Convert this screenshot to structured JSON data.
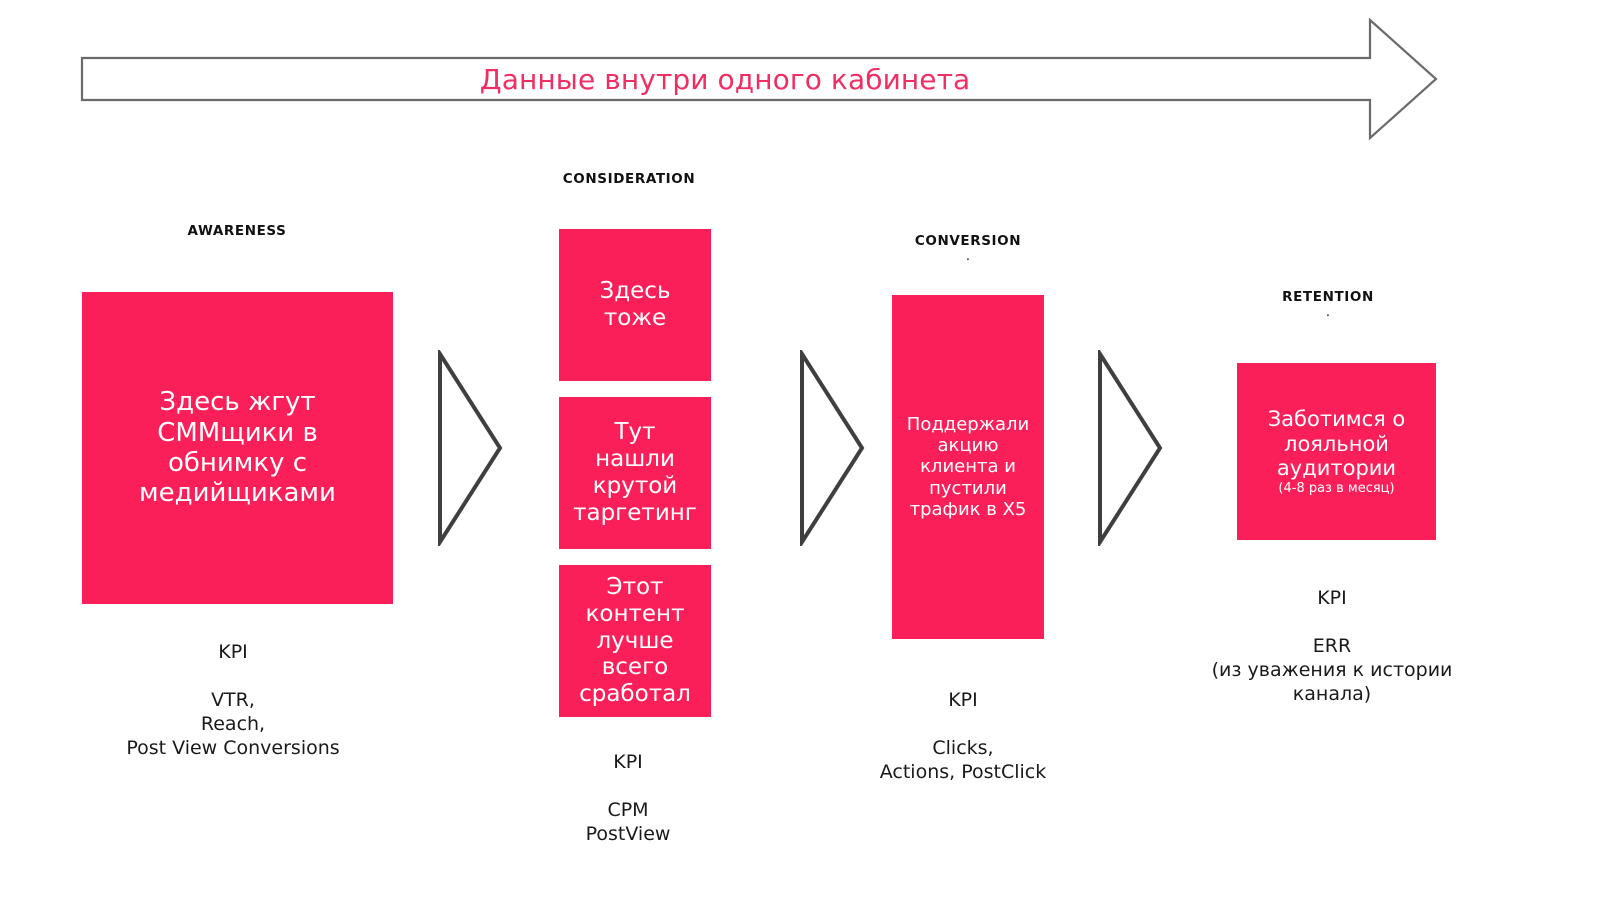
{
  "banner": {
    "title": "Данные внутри одного кабинета",
    "accent_color": "#ef2e63",
    "stroke_color": "#6b6b6b"
  },
  "theme": {
    "block_color": "#fa1f59",
    "block_text_color": "#ffffff",
    "chevron_color": "#3f3f3f",
    "text_color": "#1a1a1a",
    "background": "#ffffff"
  },
  "stages": [
    {
      "label": "AWARENESS",
      "dot": "",
      "blocks": [
        {
          "text": "Здесь жгут\nСММщики в\nобнимку с\nмедийщиками",
          "sub": ""
        }
      ],
      "kpi": {
        "title": "KPI",
        "body": "VTR,\nReach,\nPost View Conversions"
      }
    },
    {
      "label": "CONSIDERATION",
      "dot": "",
      "blocks": [
        {
          "text": "Здесь\nтоже",
          "sub": ""
        },
        {
          "text": "Тут\nнашли\nкрутой\nтаргетинг",
          "sub": ""
        },
        {
          "text": "Этот\nконтент\nлучше\nвсего\nсработал",
          "sub": ""
        }
      ],
      "kpi": {
        "title": "KPI",
        "body": "CPM\nPostView"
      }
    },
    {
      "label": "CONVERSION",
      "dot": ".",
      "blocks": [
        {
          "text": "Поддержали\nакцию\nклиента и\nпустили\nтрафик в X5",
          "sub": ""
        }
      ],
      "kpi": {
        "title": "KPI",
        "body": "Clicks,\nActions, PostClick"
      }
    },
    {
      "label": "RETENTION",
      "dot": ".",
      "blocks": [
        {
          "text": "Заботимся о\nлояльной\nаудитории",
          "sub": "(4-8 раз в месяц)"
        }
      ],
      "kpi": {
        "title": "KPI",
        "body": "ERR\n(из уважения к истории\nканала)"
      }
    }
  ],
  "connectors": [
    {
      "name": "chevron-awareness-to-consideration"
    },
    {
      "name": "chevron-consideration-to-conversion"
    },
    {
      "name": "chevron-conversion-to-retention"
    }
  ]
}
